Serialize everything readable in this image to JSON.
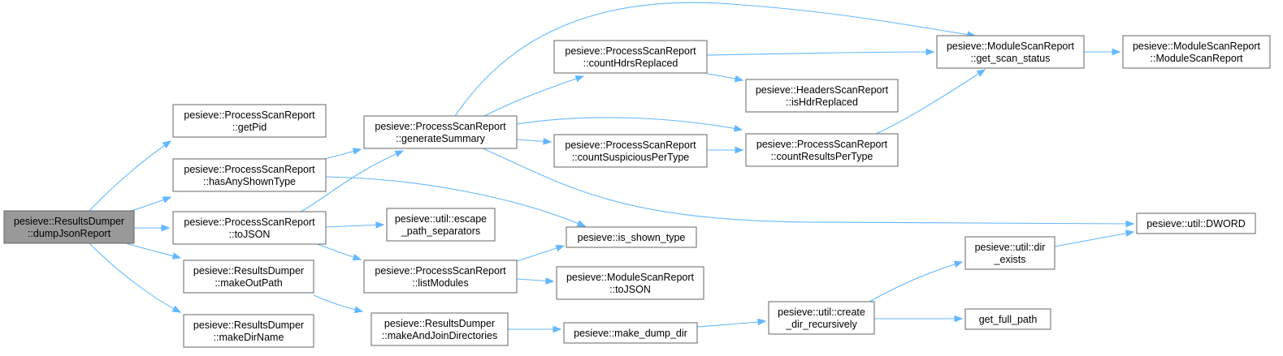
{
  "nodes": [
    {
      "id": "dumpJsonReport",
      "lines": [
        "pesieve::ResultsDumper",
        "::dumpJsonReport"
      ],
      "root": true
    },
    {
      "id": "getPid",
      "lines": [
        "pesieve::ProcessScanReport",
        "::getPid"
      ]
    },
    {
      "id": "hasAnyShownType",
      "lines": [
        "pesieve::ProcessScanReport",
        "::hasAnyShownType"
      ]
    },
    {
      "id": "toJSON",
      "lines": [
        "pesieve::ProcessScanReport",
        "::toJSON"
      ]
    },
    {
      "id": "makeOutPath",
      "lines": [
        "pesieve::ResultsDumper",
        "::makeOutPath"
      ]
    },
    {
      "id": "makeDirName",
      "lines": [
        "pesieve::ResultsDumper",
        "::makeDirName"
      ]
    },
    {
      "id": "generateSummary",
      "lines": [
        "pesieve::ProcessScanReport",
        "::generateSummary"
      ]
    },
    {
      "id": "escapePath",
      "lines": [
        "pesieve::util::escape",
        "_path_separators"
      ]
    },
    {
      "id": "listModules",
      "lines": [
        "pesieve::ProcessScanReport",
        "::listModules"
      ]
    },
    {
      "id": "makeAndJoin",
      "lines": [
        "pesieve::ResultsDumper",
        "::makeAndJoinDirectories"
      ]
    },
    {
      "id": "countHdrsReplaced",
      "lines": [
        "pesieve::ProcessScanReport",
        "::countHdrsReplaced"
      ]
    },
    {
      "id": "countSuspicious",
      "lines": [
        "pesieve::ProcessScanReport",
        "::countSuspiciousPerType"
      ]
    },
    {
      "id": "isShownType",
      "lines": [
        "pesieve::is_shown_type"
      ]
    },
    {
      "id": "moduleToJSON",
      "lines": [
        "pesieve::ModuleScanReport",
        "::toJSON"
      ]
    },
    {
      "id": "makeDumpDir",
      "lines": [
        "pesieve::make_dump_dir"
      ]
    },
    {
      "id": "isHdrReplaced",
      "lines": [
        "pesieve::HeadersScanReport",
        "::isHdrReplaced"
      ]
    },
    {
      "id": "countResults",
      "lines": [
        "pesieve::ProcessScanReport",
        "::countResultsPerType"
      ]
    },
    {
      "id": "createDir",
      "lines": [
        "pesieve::util::create",
        "_dir_recursively"
      ]
    },
    {
      "id": "getScanStatus",
      "lines": [
        "pesieve::ModuleScanReport",
        "::get_scan_status"
      ]
    },
    {
      "id": "dirExists",
      "lines": [
        "pesieve::util::dir",
        "_exists"
      ]
    },
    {
      "id": "getFullPath",
      "lines": [
        "get_full_path"
      ]
    },
    {
      "id": "moduleCtor",
      "lines": [
        "pesieve::ModuleScanReport",
        "::ModuleScanReport"
      ]
    },
    {
      "id": "dword",
      "lines": [
        "pesieve::util::DWORD"
      ]
    }
  ],
  "edges": [
    {
      "from": "dumpJsonReport",
      "to": "getPid"
    },
    {
      "from": "dumpJsonReport",
      "to": "hasAnyShownType"
    },
    {
      "from": "dumpJsonReport",
      "to": "toJSON"
    },
    {
      "from": "dumpJsonReport",
      "to": "makeOutPath"
    },
    {
      "from": "dumpJsonReport",
      "to": "makeDirName"
    },
    {
      "from": "hasAnyShownType",
      "to": "generateSummary"
    },
    {
      "from": "hasAnyShownType",
      "to": "isShownType"
    },
    {
      "from": "toJSON",
      "to": "generateSummary"
    },
    {
      "from": "toJSON",
      "to": "escapePath"
    },
    {
      "from": "toJSON",
      "to": "listModules"
    },
    {
      "from": "makeOutPath",
      "to": "makeAndJoin"
    },
    {
      "from": "generateSummary",
      "to": "getScanStatus"
    },
    {
      "from": "generateSummary",
      "to": "countHdrsReplaced"
    },
    {
      "from": "generateSummary",
      "to": "countResults"
    },
    {
      "from": "generateSummary",
      "to": "countSuspicious"
    },
    {
      "from": "generateSummary",
      "to": "dword"
    },
    {
      "from": "listModules",
      "to": "isShownType"
    },
    {
      "from": "listModules",
      "to": "moduleToJSON"
    },
    {
      "from": "makeAndJoin",
      "to": "makeDumpDir"
    },
    {
      "from": "countHdrsReplaced",
      "to": "getScanStatus"
    },
    {
      "from": "countHdrsReplaced",
      "to": "isHdrReplaced"
    },
    {
      "from": "countSuspicious",
      "to": "countResults"
    },
    {
      "from": "countResults",
      "to": "getScanStatus"
    },
    {
      "from": "makeDumpDir",
      "to": "createDir"
    },
    {
      "from": "createDir",
      "to": "dirExists"
    },
    {
      "from": "createDir",
      "to": "getFullPath"
    },
    {
      "from": "getScanStatus",
      "to": "moduleCtor"
    },
    {
      "from": "dirExists",
      "to": "dword"
    }
  ]
}
